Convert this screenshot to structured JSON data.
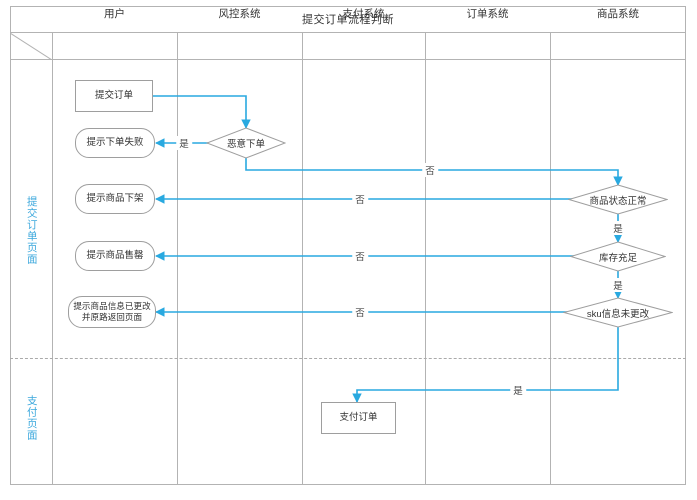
{
  "diagram": {
    "title": "提交订单流程判断",
    "accent_color": "#29a9e0",
    "border_color": "#b3b3b3",
    "node_border_color": "#9e9e9e",
    "lane_label_color": "#3aa7dc"
  },
  "columns": [
    {
      "key": "corner",
      "label": ""
    },
    {
      "key": "user",
      "label": "用户"
    },
    {
      "key": "risk",
      "label": "风控系统"
    },
    {
      "key": "pay",
      "label": "支付系统"
    },
    {
      "key": "order",
      "label": "订单系统"
    },
    {
      "key": "goods",
      "label": "商品系统"
    }
  ],
  "lanes": [
    {
      "key": "submit-page",
      "label": "提交订单页面"
    },
    {
      "key": "pay-page",
      "label": "支付页面"
    }
  ],
  "nodes": [
    {
      "id": "submit-order",
      "label": "提交订单",
      "shape": "rect",
      "lane": "submit-page",
      "column": "user"
    },
    {
      "id": "tip-order-fail",
      "label": "提示下单失败",
      "shape": "round",
      "lane": "submit-page",
      "column": "user"
    },
    {
      "id": "tip-offshelf",
      "label": "提示商品下架",
      "shape": "round",
      "lane": "submit-page",
      "column": "user"
    },
    {
      "id": "tip-soldout",
      "label": "提示商品售罄",
      "shape": "round",
      "lane": "submit-page",
      "column": "user"
    },
    {
      "id": "tip-changed",
      "label": "提示商品信息已更改并原路返回页面",
      "shape": "round",
      "lane": "submit-page",
      "column": "user"
    },
    {
      "id": "malicious",
      "label": "恶意下单",
      "shape": "diamond",
      "lane": "submit-page",
      "column": "risk"
    },
    {
      "id": "goods-normal",
      "label": "商品状态正常",
      "shape": "diamond",
      "lane": "submit-page",
      "column": "goods"
    },
    {
      "id": "stock-enough",
      "label": "库存充足",
      "shape": "diamond",
      "lane": "submit-page",
      "column": "goods"
    },
    {
      "id": "sku-unchanged",
      "label": "sku信息未更改",
      "shape": "diamond",
      "lane": "submit-page",
      "column": "goods"
    },
    {
      "id": "pay-order",
      "label": "支付订单",
      "shape": "rect",
      "lane": "pay-page",
      "column": "pay"
    }
  ],
  "edges": [
    {
      "id": "e-submit-malicious",
      "from": "submit-order",
      "to": "malicious",
      "label": ""
    },
    {
      "id": "e-malicious-yes",
      "from": "malicious",
      "to": "tip-order-fail",
      "label": "是"
    },
    {
      "id": "e-malicious-no",
      "from": "malicious",
      "to": "goods-normal",
      "label": "否"
    },
    {
      "id": "e-goods-no",
      "from": "goods-normal",
      "to": "tip-offshelf",
      "label": "否"
    },
    {
      "id": "e-goods-yes",
      "from": "goods-normal",
      "to": "stock-enough",
      "label": "是"
    },
    {
      "id": "e-stock-no",
      "from": "stock-enough",
      "to": "tip-soldout",
      "label": "否"
    },
    {
      "id": "e-stock-yes",
      "from": "stock-enough",
      "to": "sku-unchanged",
      "label": "是"
    },
    {
      "id": "e-sku-no",
      "from": "sku-unchanged",
      "to": "tip-changed",
      "label": "否"
    },
    {
      "id": "e-sku-yes",
      "from": "sku-unchanged",
      "to": "pay-order",
      "label": "是"
    }
  ]
}
